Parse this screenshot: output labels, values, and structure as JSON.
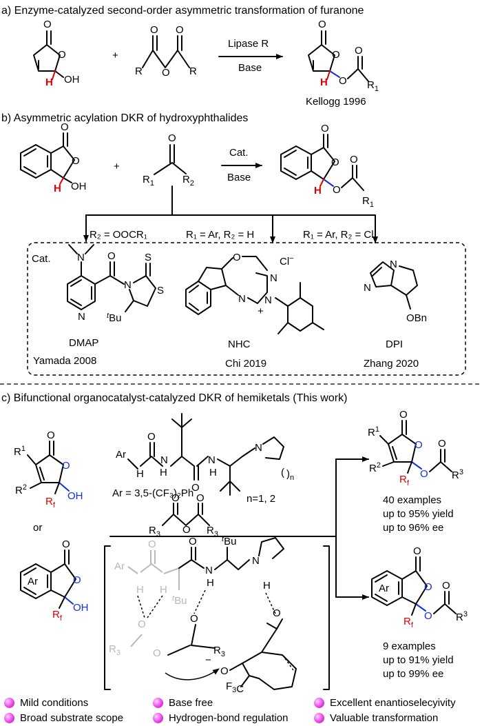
{
  "sections": {
    "a": {
      "title": "a) Enzyme-catalyzed second-order asymmetric transformation of furanone",
      "reagent_top": "Lipase R",
      "reagent_bottom": "Base",
      "reference": "Kellogg 1996",
      "plus": "+"
    },
    "b": {
      "title": "b) Asymmetric acylation DKR of hydroxyphthalides",
      "reagent_top": "Cat.",
      "reagent_bottom": "Base",
      "branch_1": "R₂ = OOCR₁",
      "branch_2": "R₁ = Ar, R₂ = H",
      "branch_3": "R₁ = Ar, R₂ = Cl",
      "catalyst_label": "Cat.",
      "catalysts": [
        {
          "name": "DMAP",
          "ref": "Yamada 2008"
        },
        {
          "name": "NHC",
          "ref": "Chi 2019"
        },
        {
          "name": "DPI",
          "ref": "Zhang 2020"
        }
      ],
      "plus": "+"
    },
    "c": {
      "title": "c) Bifunctional organocatalyst-catalyzed DKR of hemiketals (This work)",
      "ar_def": "Ar = 3,5-(CF₃)₂Ph",
      "n_def": "n=1, 2",
      "or": "or",
      "product_1": {
        "examples": "40 examples",
        "yield": "up to 95% yield",
        "ee": "up to 96% ee"
      },
      "product_2": {
        "examples": "9 examples",
        "yield": "up to 91% yield",
        "ee": "up to 99% ee"
      }
    }
  },
  "features": [
    "Mild conditions",
    "Broad substrate scope",
    "Base free",
    "Hydrogen-bond regulation",
    "Excellent enantioselecyivity",
    "Valuable transformation"
  ],
  "colors": {
    "highlight_red": "#e00000",
    "highlight_blue": "#1030e0",
    "bullet": "#e040e0",
    "ghost": "#b8b8b8"
  }
}
